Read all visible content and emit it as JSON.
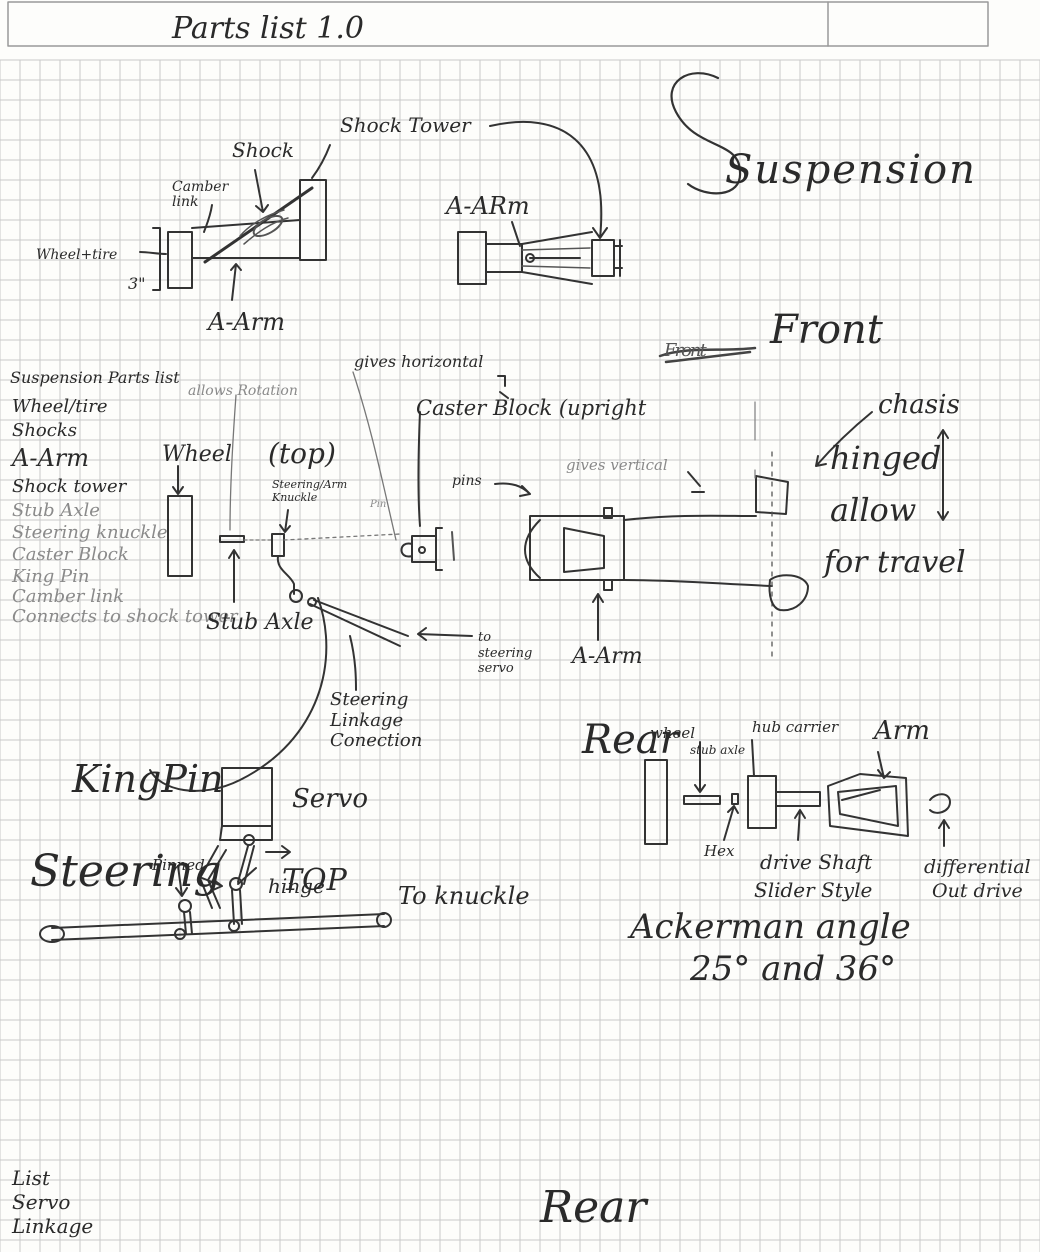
{
  "header": {
    "title": "Parts list 1.0"
  },
  "heading_suspension": "Suspension",
  "shock_view": {
    "shock_tower": "Shock Tower",
    "shock": "Shock",
    "camber_link": "Camber link",
    "wheel_tire": "Wheel+tire",
    "wheel_height": "3\"",
    "a_arm": "A-Arm"
  },
  "arm_view": {
    "a_arm": "A-ARm"
  },
  "front_heading": "Front",
  "front_scribble": "Front",
  "parts_list": {
    "title": "Suspension Parts list",
    "items": [
      "Wheel/tire",
      "Shocks",
      "A-Arm",
      "Shock tower",
      "Stub Axle",
      "Steering knuckle",
      "Caster Block",
      "King Pin",
      "Camber link",
      "Connects to shock tower"
    ]
  },
  "top_view": {
    "allows_rotation": "allows Rotation",
    "gives_horizontal": "gives horizontal",
    "caster_block": "Caster Block (upright",
    "wheel": "Wheel",
    "top": "(top)",
    "steering_arm_knuckle": "Steering/Arm Knuckle",
    "pin": "Pin",
    "pins": "pins",
    "gives_vertical": "gives vertical",
    "stub_axle": "Stub Axle",
    "to_steering_servo": "to steering servo",
    "steering_linkage_connection": "Steering Linkage Conection",
    "a_arm": "A-Arm",
    "king_pin": "KingPin"
  },
  "chassis_note": {
    "chassis": "chasis",
    "hinged": "hinged",
    "allow": "allow",
    "for_travel": "for travel"
  },
  "rear_view": {
    "rear": "Rear",
    "wheel": "wheel",
    "stub_axle": "stub axle",
    "hub_carrier": "hub carrier",
    "arm": "Arm",
    "hex": "Hex",
    "drive_shaft": "drive Shaft",
    "slider_style": "Slider Style",
    "differential": "differential",
    "out_drive": "Out drive"
  },
  "steering": {
    "heading": "Steering",
    "top": "TOP",
    "servo": "Servo",
    "pinned": "Pinned",
    "hinge": "hinge",
    "to_knuckle": "To knuckle"
  },
  "ackerman": {
    "line1": "Ackerman angle",
    "line2": "25° and 36°"
  },
  "bottom_list": {
    "items": [
      "List",
      "Servo",
      "Linkage"
    ]
  },
  "bottom_rear": "Rear"
}
